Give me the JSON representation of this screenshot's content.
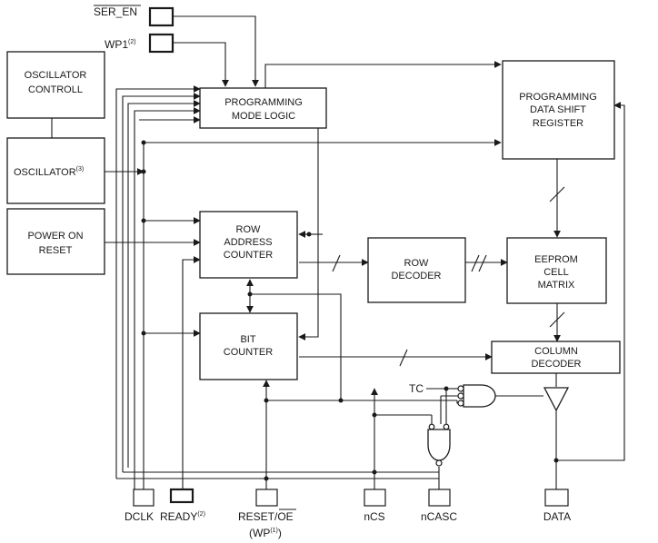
{
  "blocks": {
    "oscillator_control": [
      "OSCILLATOR",
      "CONTROLL"
    ],
    "oscillator": "OSCILLATOR",
    "oscillator_note": "(3)",
    "power_on_reset": [
      "POWER ON",
      "RESET"
    ],
    "programming_mode_logic": [
      "PROGRAMMING",
      "MODE  LOGIC"
    ],
    "programming_data_shift_register": [
      "PROGRAMMING",
      "DATA  SHIFT",
      "REGISTER"
    ],
    "row_address_counter": [
      "ROW",
      "ADDRESS",
      "COUNTER"
    ],
    "row_decoder": [
      "ROW",
      "DECODER"
    ],
    "eeprom_cell_matrix": [
      "EEPROM",
      "CELL",
      "MATRIX"
    ],
    "bit_counter": [
      "BIT",
      "COUNTER"
    ],
    "column_decoder": [
      "COLUMN",
      "DECODER"
    ]
  },
  "pins": {
    "ser_en": "SER_EN",
    "wp1": "WP1",
    "wp1_note": "(2)",
    "dclk": "DCLK",
    "ready": "READY",
    "ready_note": "(2)",
    "reset_oe_prefix": "RESET/",
    "reset_oe_bar": "OE",
    "wp_open": "(WP",
    "wp_note": "(1)",
    "wp_close": ")",
    "ncs": "nCS",
    "ncasc": "nCASC",
    "data": "DATA",
    "tc": "TC"
  }
}
